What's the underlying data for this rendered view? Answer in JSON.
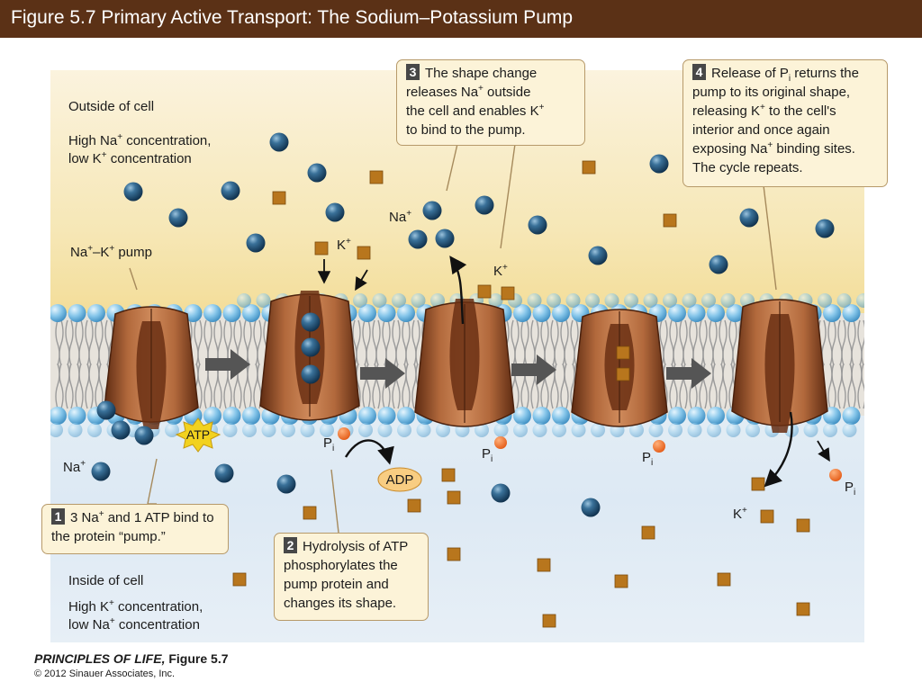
{
  "title": "Figure 5.7  Primary Active Transport: The Sodium–Potassium Pump",
  "outside": {
    "heading": "Outside of cell",
    "line1": "High Na+ concentration,",
    "line2": "low K+ concentration"
  },
  "inside": {
    "heading": "Inside of cell",
    "line1": "High K+ concentration,",
    "line2": "low Na+ concentration"
  },
  "labels": {
    "pump": "Na+–K+ pump",
    "na": "Na+",
    "k": "K+",
    "pi": "Pi",
    "atp": "ATP",
    "adp": "ADP"
  },
  "steps": [
    {
      "num": "1",
      "text": "3 Na+ and 1 ATP bind to the protein “pump.”"
    },
    {
      "num": "2",
      "text": "Hydrolysis of ATP phosphorylates the pump protein and changes its shape."
    },
    {
      "num": "3",
      "text": "The shape change releases Na+ outside the cell and enables K+ to bind to the pump."
    },
    {
      "num": "4",
      "text": "Release of Pi returns the pump to its original shape, releasing K+ to the cell's interior and once again exposing Na+ binding sites. The cycle repeats."
    }
  ],
  "footer": {
    "book": "PRINCIPLES OF LIFE,",
    "figure": "Figure 5.7",
    "copyright": "© 2012 Sinauer Associates, Inc."
  },
  "colors": {
    "title_bar": "#5b3116",
    "pump": "#9b5530",
    "sodium_ion": "#1d4f73",
    "potassium_ion": "#b8761d",
    "phosphate": "#ee6a1c",
    "atp_burst": "#f2d21f",
    "callout_fill": "#fcf3d8",
    "membrane_head": "#7cc0e6"
  }
}
